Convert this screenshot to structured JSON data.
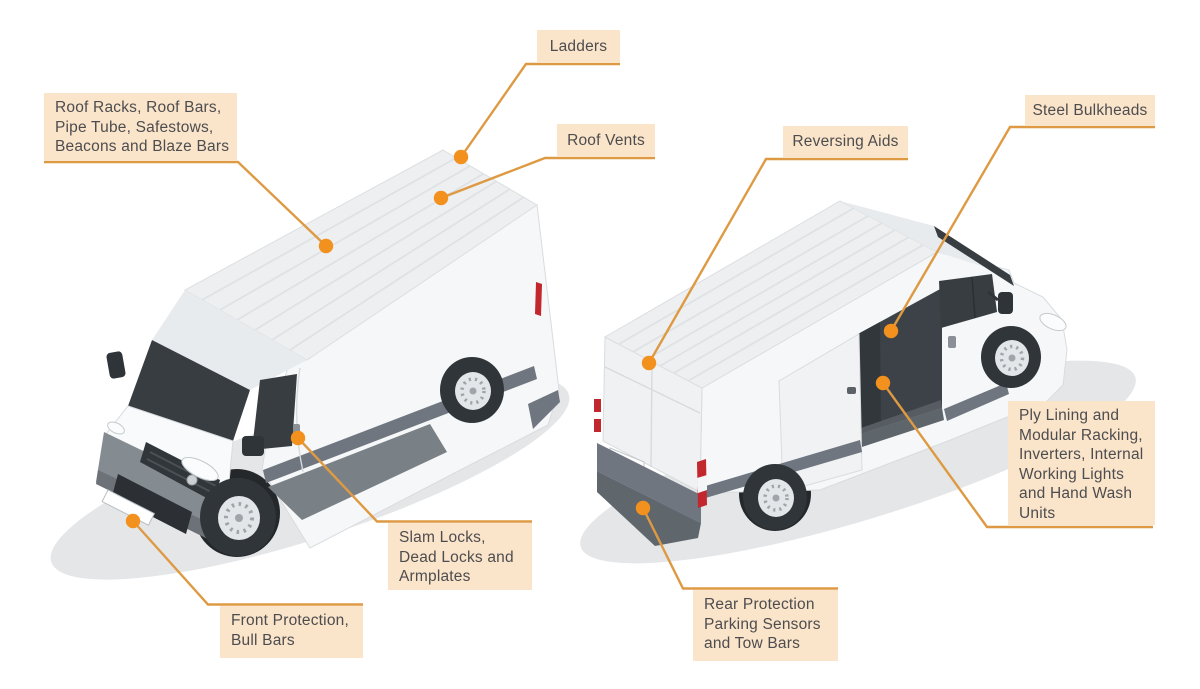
{
  "page": {
    "background": "#FFFFFF",
    "kind": "annotated van accessories diagram"
  },
  "colors": {
    "label_background": "#FAE4CA",
    "label_text": "#4D4D4F",
    "connector_line": "#DE9A43",
    "connector_dot": "#F2911E",
    "van_body": "#F5F7F8",
    "van_roof": "#EDEFF1",
    "van_glass": "#383D42",
    "van_trim": "#6F7680",
    "tail_light_red": "#C1272D",
    "ground_shadow": "#E4E6E8"
  },
  "illustrations": [
    {
      "id": "front-van",
      "description": "white isometric panel van, front three-quarter view"
    },
    {
      "id": "rear-van",
      "description": "white isometric panel van, rear three-quarter view with open sliding door"
    }
  ],
  "callouts": [
    {
      "id": "ladders",
      "label": "Ladders",
      "lines": [
        "Ladders"
      ]
    },
    {
      "id": "roof-racks",
      "label": "Roof Racks, Roof Bars, Pipe Tube, Safestows, Beacons and Blaze Bars",
      "lines": [
        "Roof Racks, Roof Bars,",
        "Pipe Tube, Safestows,",
        "Beacons and Blaze Bars"
      ]
    },
    {
      "id": "roof-vents",
      "label": "Roof Vents",
      "lines": [
        "Roof Vents"
      ]
    },
    {
      "id": "reversing-aids",
      "label": "Reversing Aids",
      "lines": [
        "Reversing Aids"
      ]
    },
    {
      "id": "steel-bulkheads",
      "label": "Steel Bulkheads",
      "lines": [
        "Steel Bulkheads"
      ]
    },
    {
      "id": "slam-locks",
      "label": "Slam Locks, Dead Locks and Armplates",
      "lines": [
        "Slam Locks,",
        "Dead Locks and",
        "Armplates"
      ]
    },
    {
      "id": "front-protection",
      "label": "Front Protection, Bull Bars",
      "lines": [
        "Front Protection,",
        "Bull Bars"
      ]
    },
    {
      "id": "rear-protection",
      "label": "Rear Protection Parking Sensors and Tow Bars",
      "lines": [
        "Rear Protection",
        "Parking Sensors",
        "and Tow Bars"
      ]
    },
    {
      "id": "ply-lining",
      "label": "Ply Lining and Modular Racking, Inverters, Internal Working Lights and Hand Wash Units",
      "lines": [
        "Ply Lining and",
        "Modular Racking,",
        "Inverters, Internal",
        "Working Lights",
        "and Hand Wash",
        "Units"
      ]
    }
  ]
}
